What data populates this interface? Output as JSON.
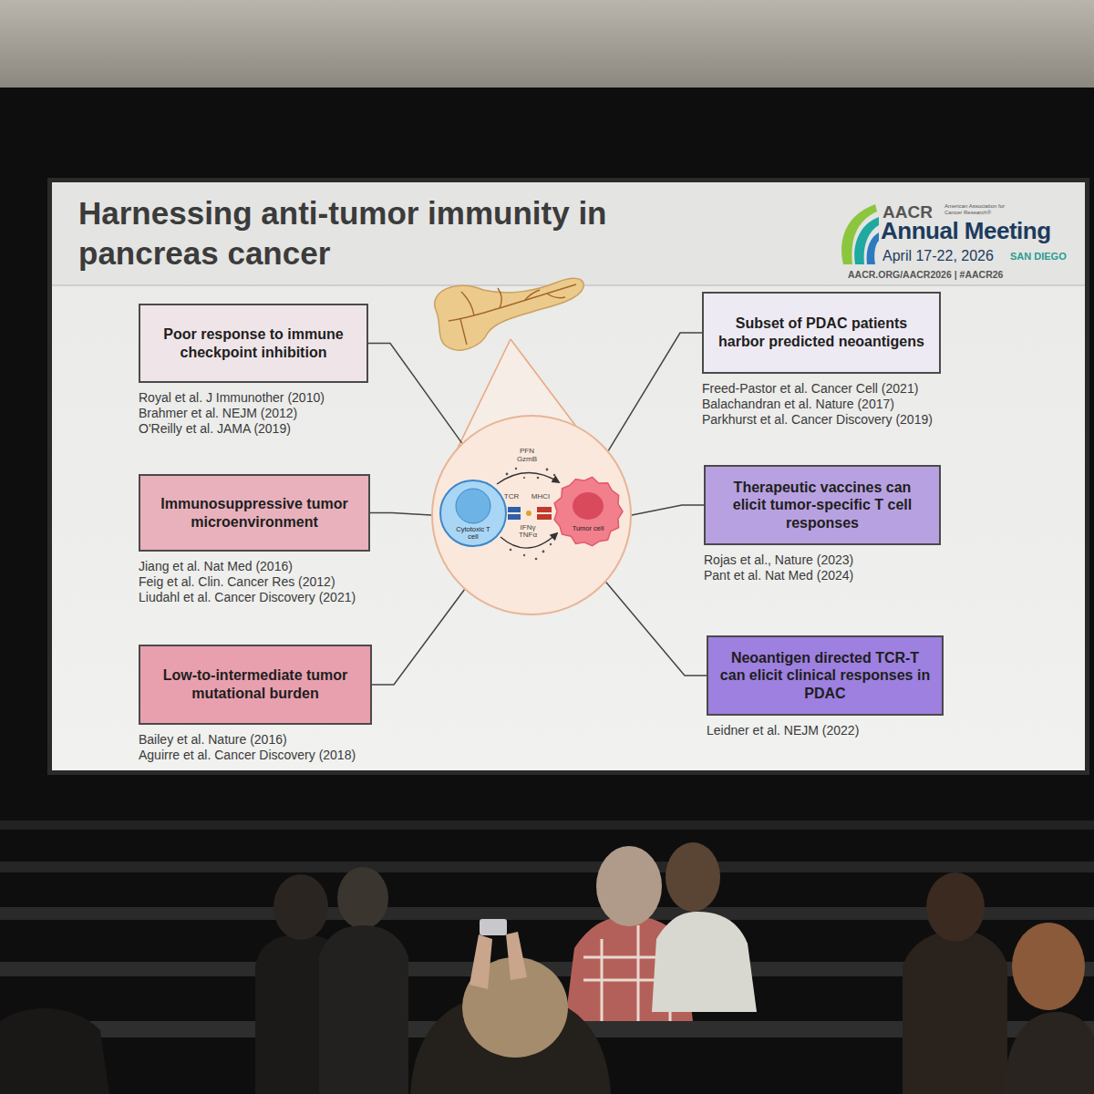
{
  "diagram": {
    "title": "Harnessing anti-tumor immunity in pancreas cancer",
    "nodes": [
      {
        "text": [
          "Poor response to immune checkpoint inhibition"
        ]
      },
      {
        "text": [
          "Immunosuppressive tumor microenvironment"
        ]
      },
      {
        "text": [
          "Low-to-intermediate tumor mutational burden"
        ]
      },
      {
        "text": [
          "PFN",
          "GzmB",
          "TCR",
          "MHCI",
          "IFNγ",
          "TNFα"
        ]
      },
      {
        "text": [
          "Cytotoxic T cell"
        ],
        "in": 3
      },
      {
        "text": [
          "Tumor cell"
        ],
        "in": 3
      },
      {
        "text": [
          "Subset of PDAC patients harbor predicted neoantigens"
        ]
      },
      {
        "text": [
          "Therapeutic vaccines can elicit tumor-specific T cell responses"
        ]
      },
      {
        "text": [
          "Neoantigen directed TCR-T can elicit clinical responses in PDAC"
        ]
      }
    ],
    "edges": [
      {
        "from": 0,
        "to": 3,
        "arrow": "none"
      },
      {
        "from": 1,
        "to": 3,
        "arrow": "none"
      },
      {
        "from": 2,
        "to": 3,
        "arrow": "none"
      },
      {
        "from": 6,
        "to": 3,
        "arrow": "none"
      },
      {
        "from": 7,
        "to": 3,
        "arrow": "none"
      },
      {
        "from": 8,
        "to": 3,
        "arrow": "none"
      }
    ],
    "labels": [
      "AACR",
      "American Association for Cancer Research®",
      "Annual Meeting",
      "April 17-22, 2026",
      "SAN DIEGO",
      "AACR.ORG/AACR2026 | #AACR26",
      "Royal et al. J Immunother (2010)",
      "Brahmer et al. NEJM (2012)",
      "O'Reilly et al. JAMA (2019)",
      "Jiang et al. Nat Med (2016)",
      "Feig et al. Clin. Cancer Res (2012)",
      "Liudahl et al. Cancer Discovery (2021)",
      "Bailey et al. Nature (2016)",
      "Aguirre et al. Cancer Discovery (2018)",
      "Freed-Pastor et al. Cancer Cell (2021)",
      "Balachandran et al. Nature (2017)",
      "Parkhurst et al. Cancer Discovery (2019)",
      "Rojas et al., Nature (2023)",
      "Pant et al. Nat Med (2024)",
      "Leidner et al. NEJM (2022)"
    ]
  }
}
